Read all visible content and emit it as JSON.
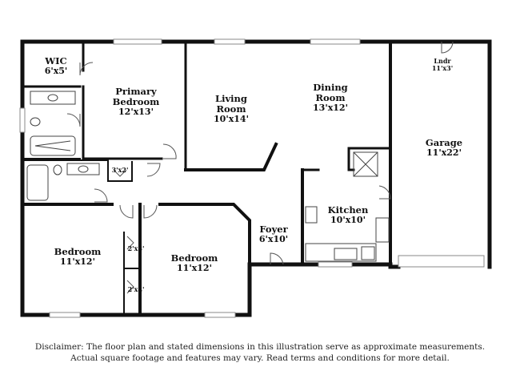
{
  "rooms": {
    "wic": {
      "name": "WIC",
      "dims": "6'x5'"
    },
    "primary": {
      "name1": "Primary",
      "name2": "Bedroom",
      "dims": "12'x13'"
    },
    "living": {
      "name1": "Living",
      "name2": "Room",
      "dims": "10'x14'"
    },
    "dining": {
      "name1": "Dining",
      "name2": "Room",
      "dims": "13'x12'"
    },
    "garage": {
      "name": "Garage",
      "dims": "11'x22'"
    },
    "laundry": {
      "name": "Lndr",
      "dims": "11'x3'"
    },
    "closet_hall": {
      "dims": "3'x2'"
    },
    "kitchen": {
      "name": "Kitchen",
      "dims": "10'x10'"
    },
    "foyer": {
      "name": "Foyer",
      "dims": "6'x10'"
    },
    "bedroom_left": {
      "name": "Bedroom",
      "dims": "11'x12'"
    },
    "bedroom_right": {
      "name": "Bedroom",
      "dims": "11'x12'"
    },
    "closet_upper": {
      "dims": "2'x3'"
    },
    "closet_lower": {
      "dims": "2'x4'"
    }
  },
  "disclaimer": {
    "line1": "Disclaimer: The floor plan and stated dimensions in this illustration serve as approximate measurements.",
    "line2": "Actual square footage and features may vary. Read terms and conditions for more detail."
  }
}
